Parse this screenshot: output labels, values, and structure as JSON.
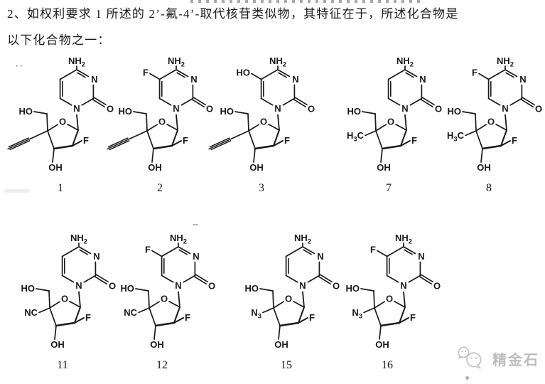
{
  "document": {
    "background": "#ffffff",
    "ink": "#191919",
    "header": {
      "line1": "2、如权利要求 1 所述的 2’-氟-4’-取代核苷类似物，其特征在于，所述化合物是",
      "line2": "以下化合物之一："
    },
    "stray_marks": "··"
  },
  "atom_labels": {
    "amino": "NH2",
    "ring_nitrogen": "N",
    "carbonyl_oxygen": "O",
    "ring_oxygen": "O",
    "hydroxymethyl": "HO",
    "hydroxyl": "OH",
    "fluorine_2prime": "F"
  },
  "structures": [
    {
      "number": "1",
      "base_substituent": "",
      "sugar_sub_type": "ethynyl",
      "sugar_substituent": ""
    },
    {
      "number": "2",
      "base_substituent": "F",
      "sugar_sub_type": "ethynyl",
      "sugar_substituent": ""
    },
    {
      "number": "3",
      "base_substituent": "HO",
      "sugar_sub_type": "ethynyl",
      "sugar_substituent": ""
    },
    {
      "number": "7",
      "base_substituent": "",
      "sugar_sub_type": "label",
      "sugar_substituent": "H3C"
    },
    {
      "number": "8",
      "base_substituent": "F",
      "sugar_sub_type": "label",
      "sugar_substituent": "H3C"
    },
    {
      "number": "11",
      "base_substituent": "",
      "sugar_sub_type": "label",
      "sugar_substituent": "NC"
    },
    {
      "number": "12",
      "base_substituent": "F",
      "sugar_sub_type": "label",
      "sugar_substituent": "NC"
    },
    {
      "number": "15",
      "base_substituent": "",
      "sugar_sub_type": "label",
      "sugar_substituent": "N3"
    },
    {
      "number": "16",
      "base_substituent": "F",
      "sugar_sub_type": "label",
      "sugar_substituent": "N3"
    }
  ],
  "watermark": {
    "text": "精金石",
    "color": "#bdbdbd",
    "logo": "chat-bubbles-icon"
  }
}
